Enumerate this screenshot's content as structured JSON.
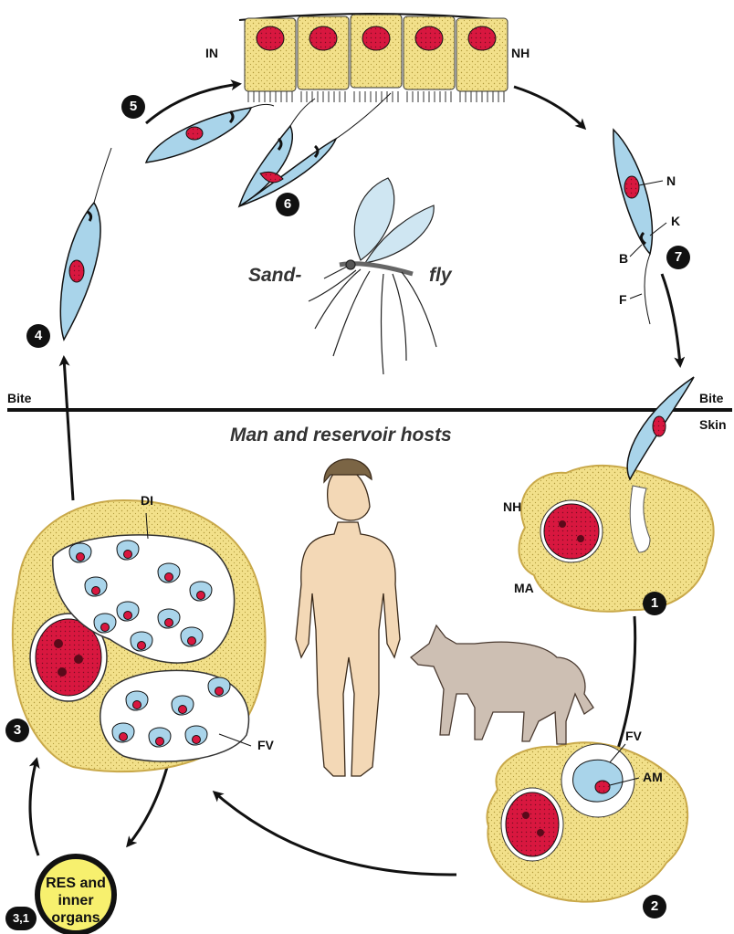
{
  "stages": {
    "s1": "1",
    "s2": "2",
    "s3": "3",
    "s3_1": "3,1",
    "s4": "4",
    "s5": "5",
    "s6": "6",
    "s7": "7"
  },
  "labels": {
    "IN": "IN",
    "NH_top": "NH",
    "N": "N",
    "K": "K",
    "B": "B",
    "F": "F",
    "NH_bottom": "NH",
    "MA": "MA",
    "FV_cell": "FV",
    "AM": "AM",
    "DI": "DI",
    "FV_large": "FV"
  },
  "section": {
    "bite_left": "Bite",
    "bite_right": "Bite",
    "skin": "Skin",
    "hosts": "Man and reservoir hosts",
    "sand": "Sand-",
    "fly": "fly"
  },
  "res_box": {
    "line1": "RES and",
    "line2": "inner",
    "line3": "organs"
  },
  "colors": {
    "cell_yellow": "#f2e08a",
    "parasite_blue": "#a9d4ea",
    "nucleus_red": "#d8173f",
    "outline": "#1a1a1a"
  }
}
